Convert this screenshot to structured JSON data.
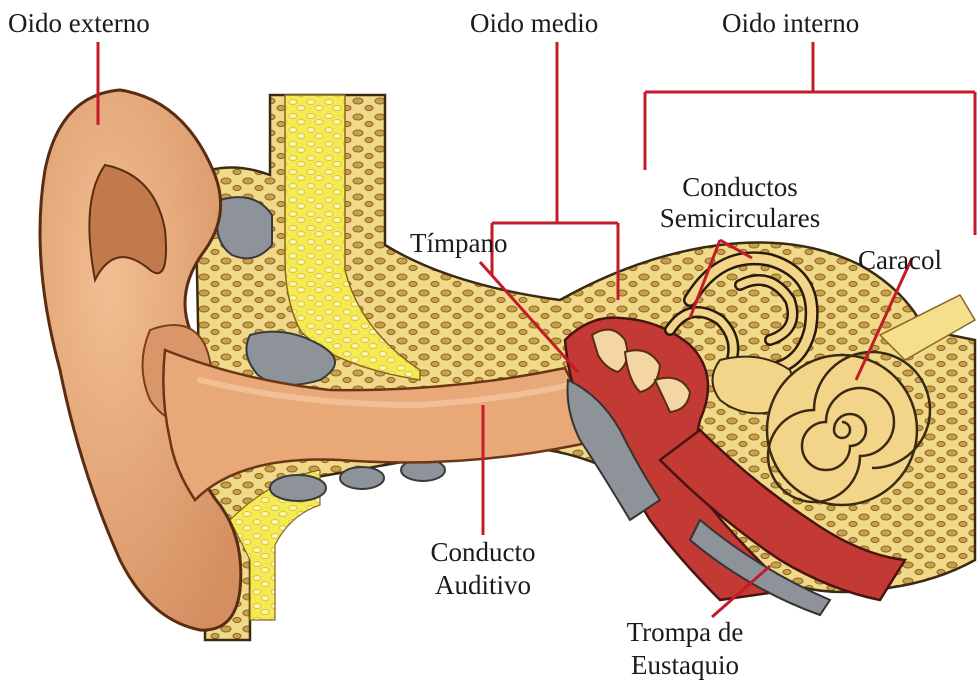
{
  "labels": {
    "outer_ear": "Oido externo",
    "middle_ear": "Oido medio",
    "inner_ear": "Oido interno",
    "semicircular_1": "Conductos",
    "semicircular_2": "Semicirculares",
    "eardrum": "Tímpano",
    "cochlea": "Caracol",
    "canal_1": "Conducto",
    "canal_2": "Auditivo",
    "eustachian_1": "Trompa de",
    "eustachian_2": "Eustaquio"
  },
  "colors": {
    "skin": "#e6a878",
    "skin_dark": "#c9865a",
    "bone": "#f2dc8c",
    "bone_dark": "#d9b75a",
    "bone_dots": "#b48a3c",
    "marrow": "#f5ea4a",
    "gray_cavity": "#8e939a",
    "red": "#c23a33",
    "leader_line": "#c41b2a"
  }
}
